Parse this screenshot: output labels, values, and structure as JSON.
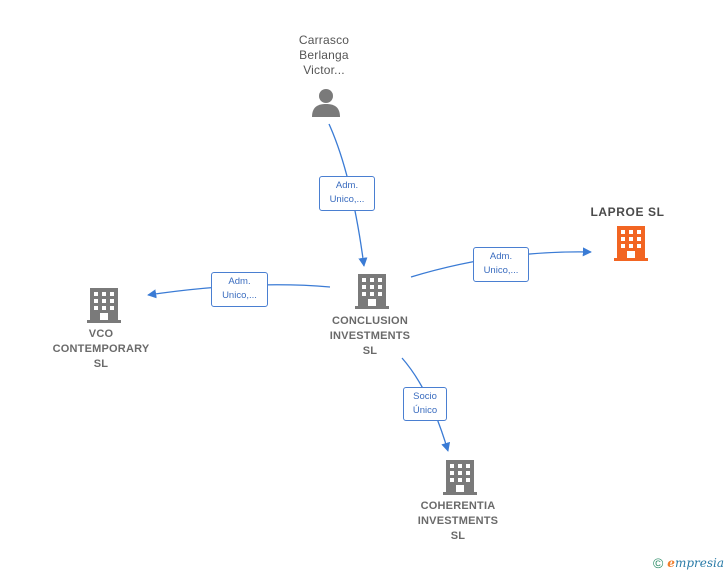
{
  "nodes": {
    "person": {
      "label": "Carrasco\nBerlanga\nVictor..."
    },
    "laproe": {
      "label": "LAPROE  SL",
      "color": "#f26522"
    },
    "conclusion": {
      "label": "CONCLUSION\nINVESTMENTS\nSL"
    },
    "vco": {
      "label": "VCO\nCONTEMPORARY\nSL"
    },
    "coherentia": {
      "label": "COHERENTIA\nINVESTMENTS\nSL"
    }
  },
  "edges": {
    "person_to_conclusion": "Adm.\nUnico,...",
    "conclusion_to_laproe": "Adm.\nUnico,...",
    "conclusion_to_vco": "Adm.\nUnico,...",
    "conclusion_to_coherentia": "Socio\nÚnico"
  },
  "colors": {
    "edge": "#3a7bd5",
    "building": "#7a7a7a",
    "person": "#7a7a7a"
  },
  "footer": {
    "copyright": "©",
    "brand_initial": "e",
    "brand_rest": "mpresia"
  }
}
